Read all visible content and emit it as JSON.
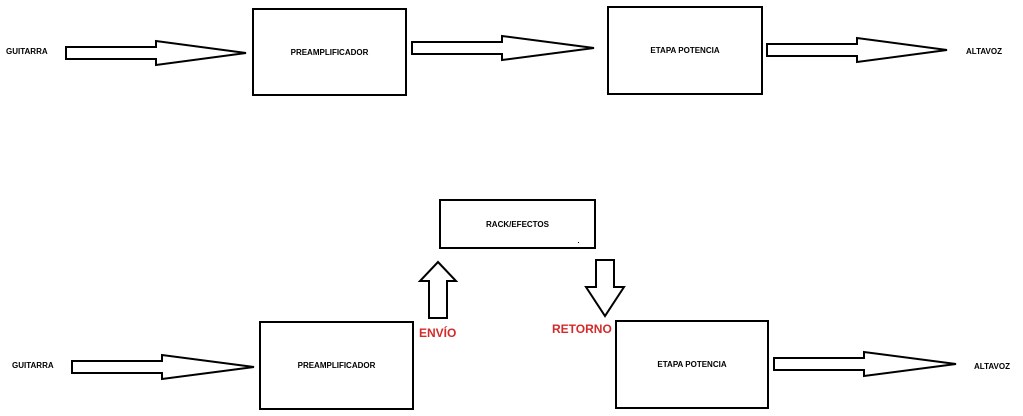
{
  "top_chain": {
    "input_label": "GUITARRA",
    "preamp_label": "PREAMPLIFICADOR",
    "power_stage_label": "ETAPA POTENCIA",
    "output_label": "ALTAVOZ"
  },
  "bottom_chain": {
    "input_label": "GUITARRA",
    "preamp_label": "PREAMPLIFICADOR",
    "rack_label": "RACK/EFECTOS",
    "send_label": "ENVÍO",
    "return_label": "RETORNO",
    "power_stage_label": "ETAPA POTENCIA",
    "output_label": "ALTAVOZ"
  },
  "colors": {
    "line": "#000000",
    "background": "#ffffff",
    "annotation_red": "#d22b2b"
  }
}
